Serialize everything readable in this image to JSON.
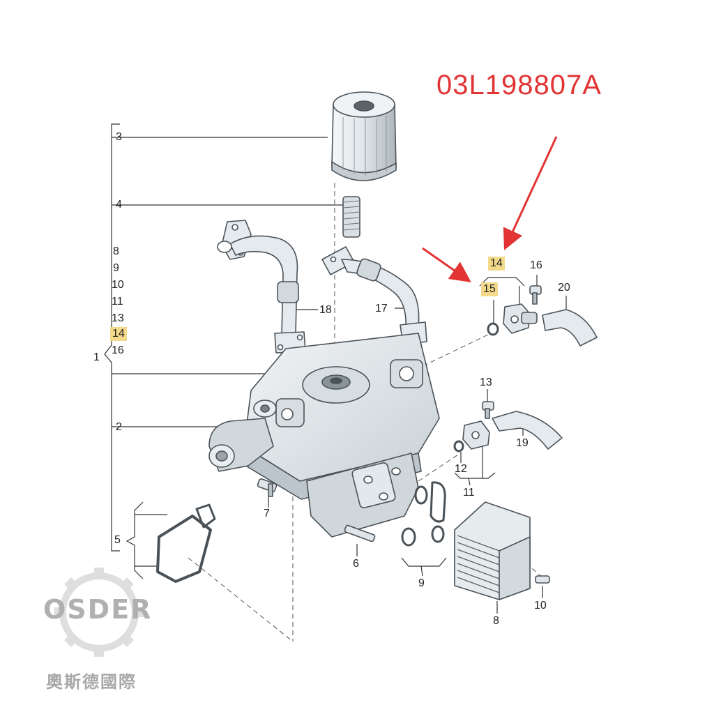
{
  "part_number": "03L198807A",
  "callouts": {
    "c1": "1",
    "c2": "2",
    "c3": "3",
    "c4": "4",
    "c5": "5",
    "c6": "6",
    "c7": "7",
    "c8": "8",
    "c9": "9",
    "c10": "10",
    "c11": "11",
    "c12": "12",
    "c13": "13",
    "c14": "14",
    "c15": "15",
    "c16": "16",
    "c17": "17",
    "c18": "18",
    "c19": "19",
    "c20": "20"
  },
  "bracket_list": [
    "8",
    "9",
    "10",
    "11",
    "13",
    "14",
    "16"
  ],
  "watermark": {
    "brand": "OSDER",
    "subtitle": "奧斯德國際"
  },
  "colors": {
    "accent_red": "#e23434",
    "highlight": "#f3d98a",
    "part_fill": "#e4eaee",
    "part_stroke": "#4a5258"
  }
}
